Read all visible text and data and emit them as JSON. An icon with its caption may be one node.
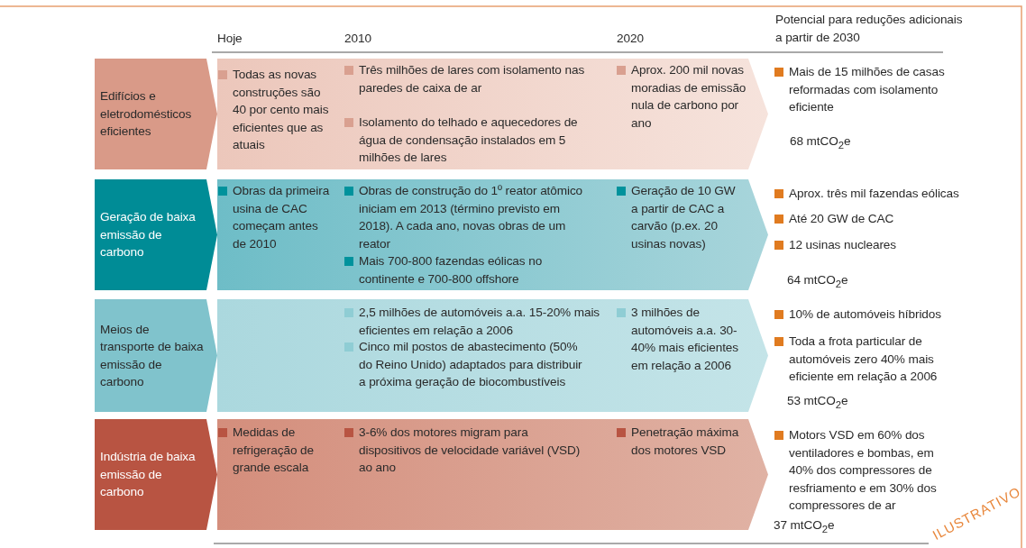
{
  "diagram": {
    "nodes": [
      {
        "text": [
          "Edifícios e eletrodomésticos eficientes"
        ]
      },
      {
        "text": [
          "Todas as novas construções são 40 por cento mais eficientes que as atuais",
          "Três milhões de lares com isolamento nas paredes de caixa de ar",
          "Isolamento do telhado e aquecedores de água de condensação instalados em 5 milhões de lares",
          "Aprox. 200 mil novas moradias de emissão nula de carbono por ano"
        ]
      },
      {
        "text": [
          "Geração de baixa emissão de carbono"
        ]
      },
      {
        "text": [
          "Obras da primeira usina de CAC começam antes de 2010",
          "Obras de construção do 1º reator atômico iniciam em 2013 (término previsto em 2018). A cada ano, novas obras de um reator",
          "Mais 700-800 fazendas eólicas no continente e 700-800 offshore",
          "Geração de 10 GW a partir de CAC a carvão (p.ex. 20 usinas novas)"
        ]
      },
      {
        "text": [
          "Meios de transporte de baixa emissão de carbono"
        ]
      },
      {
        "text": [
          "2,5 milhões de automóveis a.a. 15-20% mais eficientes em relação a 2006",
          "Cinco mil postos de abastecimento (50% do Reino Unido) adaptados para distribuir a próxima geração de biocombustíveis",
          "3 milhões de automóveis a.a. 30-40% mais eficientes em relação a 2006"
        ]
      },
      {
        "text": [
          "Indústria de baixa emissão de carbono"
        ]
      },
      {
        "text": [
          "Medidas de refrigeração de grande escala",
          "3-6% dos motores migram para dispositivos de velocidade variável (VSD) ao ano",
          "Penetração máxima dos motores VSD"
        ]
      }
    ],
    "labels": [
      "Hoje",
      "2010",
      "2020",
      "Potencial para reduções adicionais a partir de 2030",
      "Mais de 15 milhões de casas reformadas com isolamento eficiente",
      "68 mtCO$_{2}$e",
      "Aprox. três mil fazendas eólicas",
      "Até 20 GW de CAC",
      "12 usinas nucleares",
      "64 mtCO$_{2}$e",
      "10% de automóveis híbridos",
      "Toda a frota particular de automóveis zero 40% mais eficiente em relação a 2006",
      "53 mtCO$_{2}$e",
      "Motors VSD em 60% dos ventiladores e bombas, em 40% dos compressores de resfriamento e em 30% dos compressores de ar",
      "37 mtCO$_{2}$e",
      "ILUSTRATIVO"
    ]
  }
}
